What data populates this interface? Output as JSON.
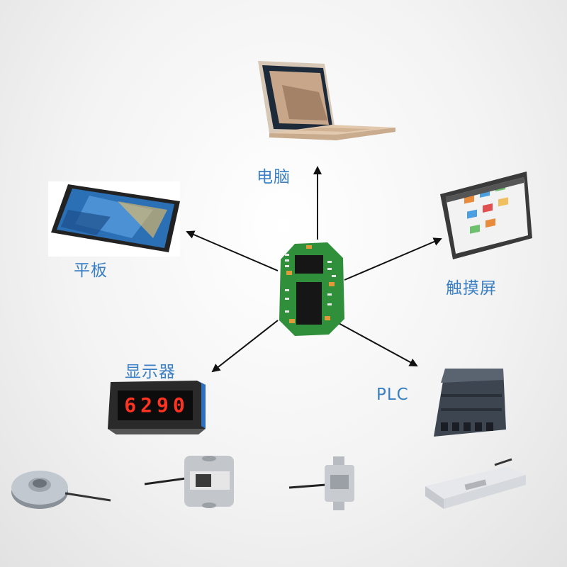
{
  "labels": {
    "computer": "电脑",
    "tablet": "平板",
    "touchscreen": "触摸屏",
    "display": "显示器",
    "plc": "PLC"
  },
  "display_readout": "6290",
  "colors": {
    "label": "#3a7fc4",
    "pcb": "#2f8f3a",
    "display_digits": "#ff3322",
    "arrow": "#111111"
  },
  "icons": [
    "laptop-image",
    "tablet-image",
    "touchscreen-image",
    "led-display-image",
    "plc-image",
    "pcb-board-image",
    "load-cell-image"
  ]
}
